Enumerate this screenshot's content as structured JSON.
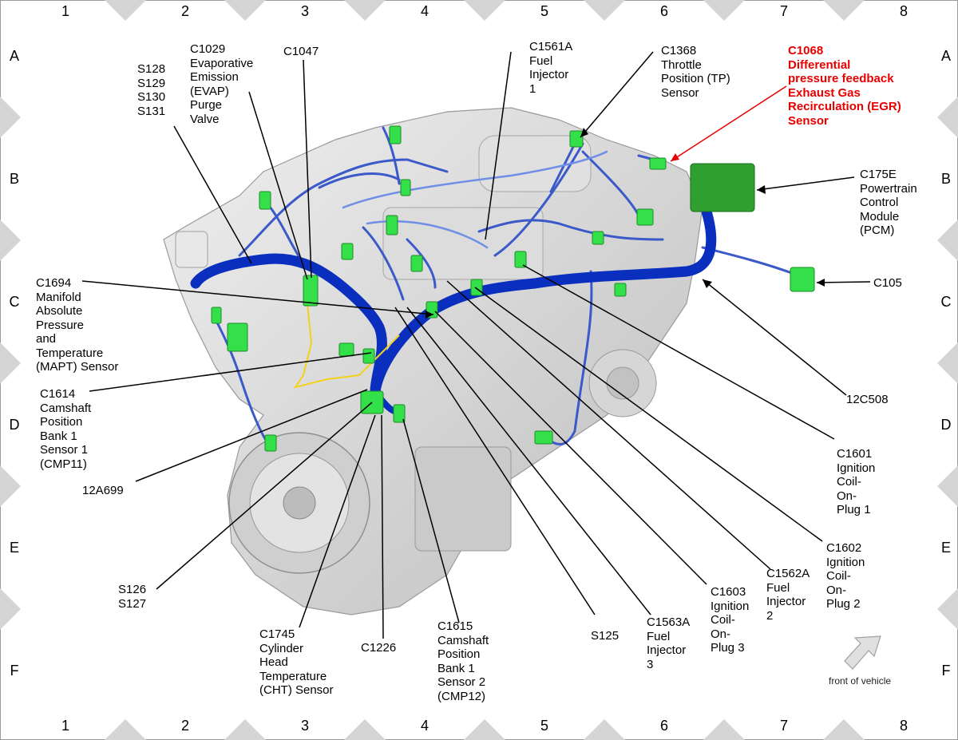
{
  "grid": {
    "columns": [
      "1",
      "2",
      "3",
      "4",
      "5",
      "6",
      "7",
      "8"
    ],
    "rows": [
      "A",
      "B",
      "C",
      "D",
      "E",
      "F"
    ]
  },
  "colors": {
    "harness": "#0a2fbf",
    "harness_light": "#5b7fe0",
    "connector": "#33e04a",
    "module": "#2fa02f",
    "engine": "#d9d9d9",
    "highlight": "#e60000",
    "sensor_wire": "#f2d21a"
  },
  "labels": {
    "s128_group": "S128\nS129\nS130\nS131",
    "c1029": "C1029\nEvaporative\nEmission\n(EVAP)\nPurge\nValve",
    "c1047": "C1047",
    "c1561a": "C1561A\nFuel\nInjector\n1",
    "c1368": "C1368\nThrottle\nPosition (TP)\nSensor",
    "c1068": "C1068\nDifferential\npressure feedback\nExhaust Gas\nRecirculation (EGR)\nSensor",
    "c175e": "C175E\nPowertrain\nControl\nModule\n(PCM)",
    "c105": "C105",
    "c1694": "C1694\nManifold\nAbsolute\nPressure\nand\nTemperature\n(MAPT) Sensor",
    "c12c508": "12C508",
    "c1614": "C1614\nCamshaft\nPosition\nBank 1\nSensor 1\n(CMP11)",
    "c12a699": "12A699",
    "c1601": "C1601\nIgnition\nCoil-\nOn-\nPlug 1",
    "c1602": "C1602\nIgnition\nCoil-\nOn-\nPlug 2",
    "c1562a": "C1562A\nFuel\nInjector\n2",
    "c1603": "C1603\nIgnition\nCoil-\nOn-\nPlug 3",
    "c1563a": "C1563A\nFuel\nInjector\n3",
    "s125": "S125",
    "s126_group": "S126\nS127",
    "c1745": "C1745\nCylinder\nHead\nTemperature\n(CHT) Sensor",
    "c1226": "C1226",
    "c1615": "C1615\nCamshaft\nPosition\nBank 1\nSensor 2\n(CMP12)"
  },
  "front_of_vehicle": "front of vehicle"
}
